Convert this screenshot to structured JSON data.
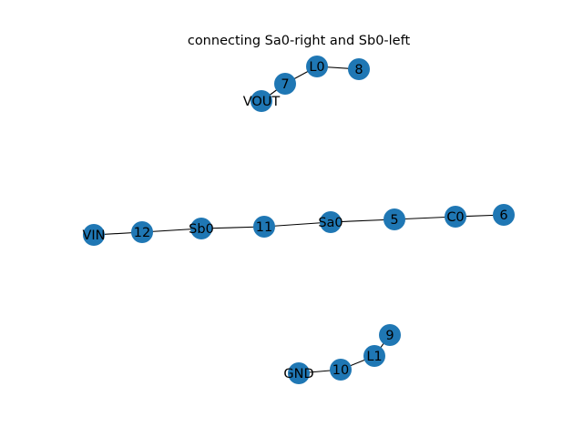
{
  "title": "connecting Sa0-right and Sb0-left",
  "colors": {
    "node": "#1f77b4",
    "edge": "#000000",
    "label": "#000000"
  },
  "graph": {
    "nodes": [
      {
        "id": "L0"
      },
      {
        "id": "8"
      },
      {
        "id": "7"
      },
      {
        "id": "VOUT"
      },
      {
        "id": "VIN"
      },
      {
        "id": "12"
      },
      {
        "id": "Sb0"
      },
      {
        "id": "11"
      },
      {
        "id": "Sa0"
      },
      {
        "id": "5"
      },
      {
        "id": "C0"
      },
      {
        "id": "6"
      },
      {
        "id": "9"
      },
      {
        "id": "L1"
      },
      {
        "id": "10"
      },
      {
        "id": "GND"
      }
    ],
    "edges": [
      [
        "L0",
        "8"
      ],
      [
        "L0",
        "7"
      ],
      [
        "7",
        "VOUT"
      ],
      [
        "VIN",
        "12"
      ],
      [
        "12",
        "Sb0"
      ],
      [
        "Sb0",
        "11"
      ],
      [
        "11",
        "Sa0"
      ],
      [
        "Sa0",
        "5"
      ],
      [
        "5",
        "C0"
      ],
      [
        "C0",
        "6"
      ],
      [
        "9",
        "L1"
      ],
      [
        "L1",
        "10"
      ],
      [
        "10",
        "GND"
      ]
    ]
  }
}
